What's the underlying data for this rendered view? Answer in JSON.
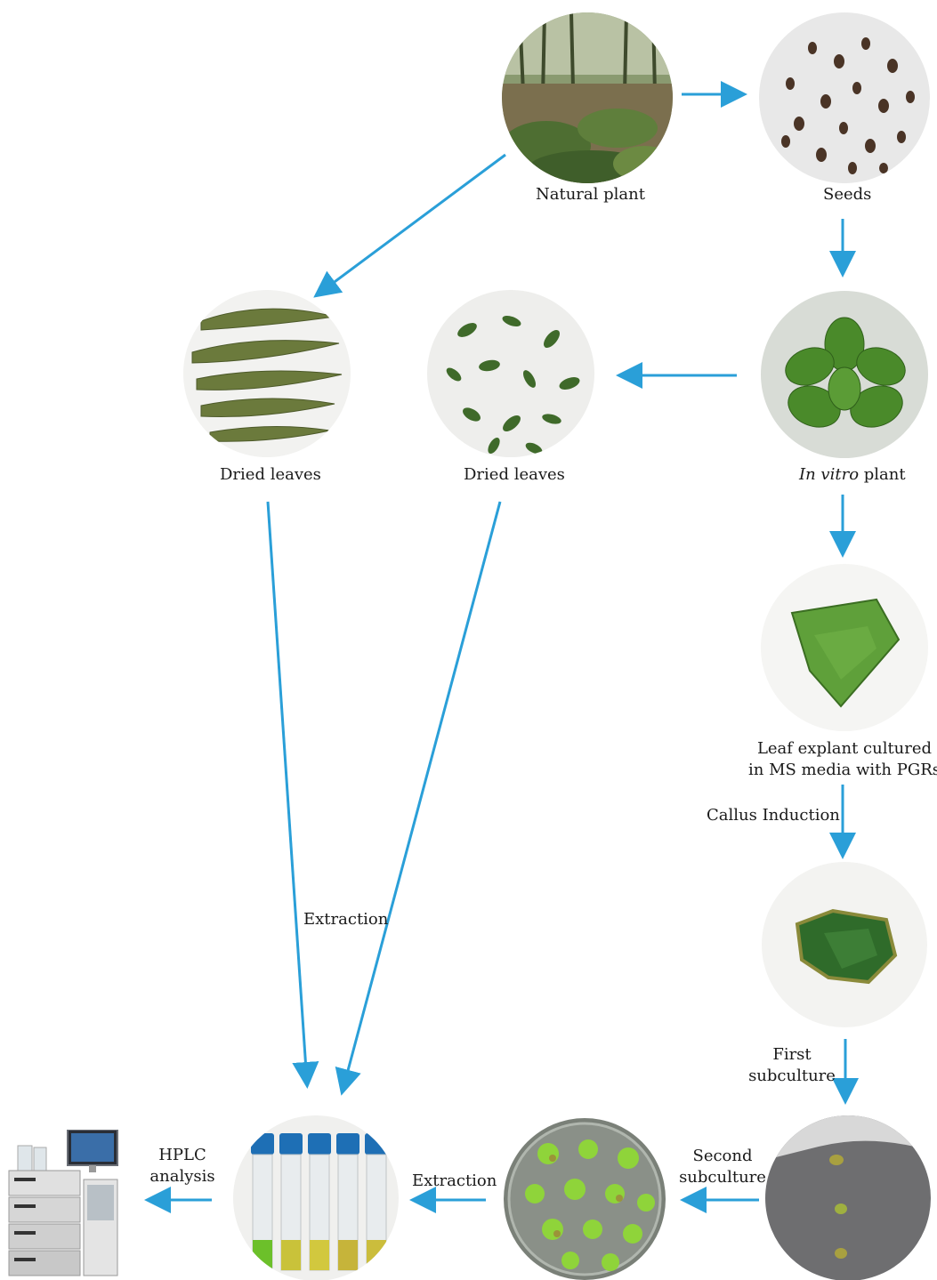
{
  "labels": {
    "natural_plant": "Natural plant",
    "seeds": "Seeds",
    "dried_leaves_1": "Dried leaves",
    "dried_leaves_2": "Dried leaves",
    "in_vitro_italic": "In vitro",
    "in_vitro_rest": " plant",
    "leaf_explant_line1": "Leaf explant cultured",
    "leaf_explant_line2": "in MS media with PGRs",
    "callus_induction": "Callus Induction",
    "first_subculture_line1": "First",
    "first_subculture_line2": "subculture",
    "second_subculture_line1": "Second",
    "second_subculture_line2": "subculture",
    "extraction_left": "Extraction",
    "extraction_bottom": "Extraction",
    "hplc_line1": "HPLC",
    "hplc_line2": "analysis"
  },
  "colors": {
    "arrow": "#2a9fd8",
    "leaf_green": "#4a8a2a",
    "dried_leaf": "#6b7a3c",
    "callus_green": "#2f6b2a",
    "bright_callus": "#8fd43a",
    "forest": "#5d7a45",
    "seed_brown": "#4a3426"
  }
}
